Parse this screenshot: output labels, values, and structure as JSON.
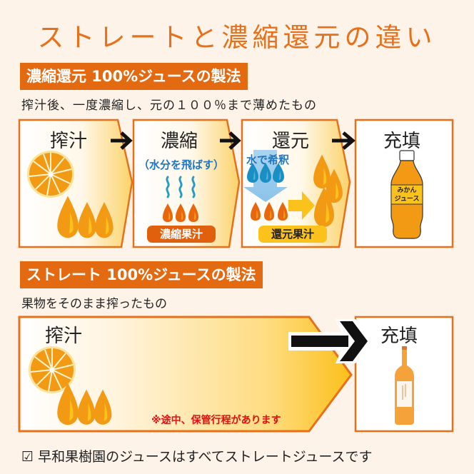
{
  "title": "ストレートと濃縮還元の違い",
  "concentrate_section": {
    "header": "濃縮還元 100%ジュースの製法",
    "description": "搾汁後、一度濃縮し、元の１００％まで薄めたもの",
    "steps": [
      {
        "label": "搾汁"
      },
      {
        "label": "濃縮",
        "note": "（水分を飛ばす）",
        "badge": "濃縮果汁"
      },
      {
        "label": "還元",
        "note": "水で希釈",
        "badge": "還元果汁"
      },
      {
        "label": "充填",
        "bottle_label_line1": "みかん",
        "bottle_label_line2": "ジュース"
      }
    ]
  },
  "straight_section": {
    "header": "ストレート 100%ジュースの製法",
    "description": "果物をそのまま搾ったもの",
    "steps": [
      {
        "label": "搾汁",
        "note": "※途中、保管行程があります"
      },
      {
        "label": "充填"
      }
    ]
  },
  "footer": {
    "checkbox_icon": "☑",
    "text": "早和果樹園のジュースはすべてストレートジュースです"
  },
  "colors": {
    "background": "#fdf3e8",
    "accent_orange": "#e46a12",
    "title_orange": "#e8701a",
    "juice_orange": "#f29a14",
    "yellow": "#fcc21c",
    "water_blue": "#1a8fc4",
    "note_red": "#e01010"
  }
}
